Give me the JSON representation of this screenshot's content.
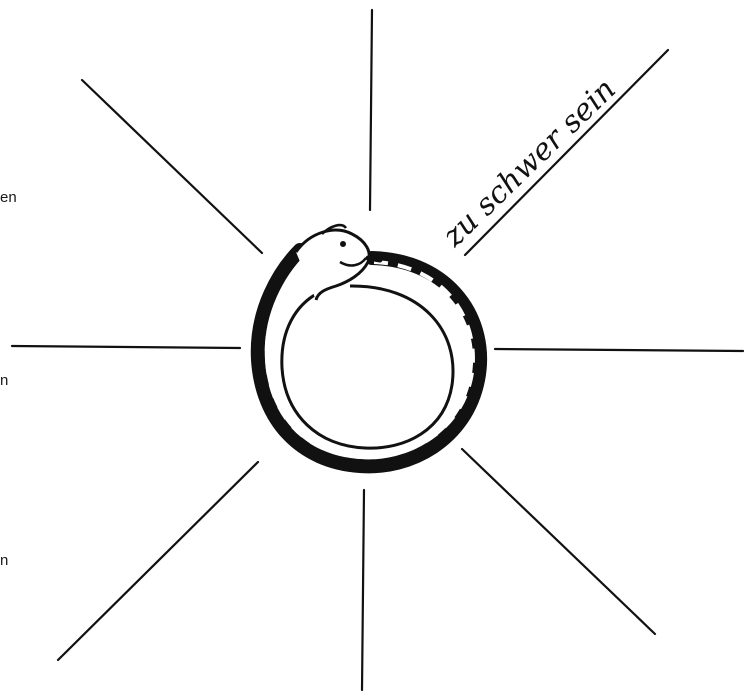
{
  "diagram": {
    "handwritten_label": "zu schwer sein",
    "edge_fragments": [
      "en",
      "n",
      "n"
    ]
  }
}
